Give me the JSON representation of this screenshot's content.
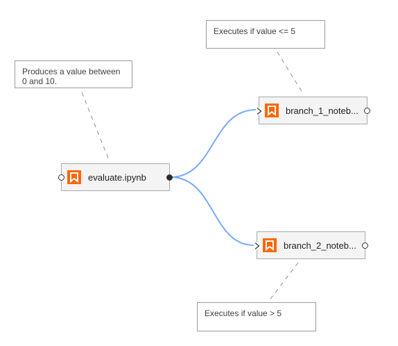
{
  "comments": {
    "evaluate": "Produces a value between 0 and 10.",
    "branch1": "Executes if value <= 5",
    "branch2": "Executes if value > 5"
  },
  "nodes": {
    "evaluate": {
      "label": "evaluate.ipynb",
      "icon": "notebook-icon"
    },
    "branch1": {
      "label": "branch_1_noteb...",
      "icon": "notebook-icon"
    },
    "branch2": {
      "label": "branch_2_noteb...",
      "icon": "notebook-icon"
    }
  },
  "colors": {
    "link": "#78a9ff",
    "comment_link": "#8d8d8d",
    "icon": "#ff6600",
    "node_bg": "#f4f4f4"
  }
}
